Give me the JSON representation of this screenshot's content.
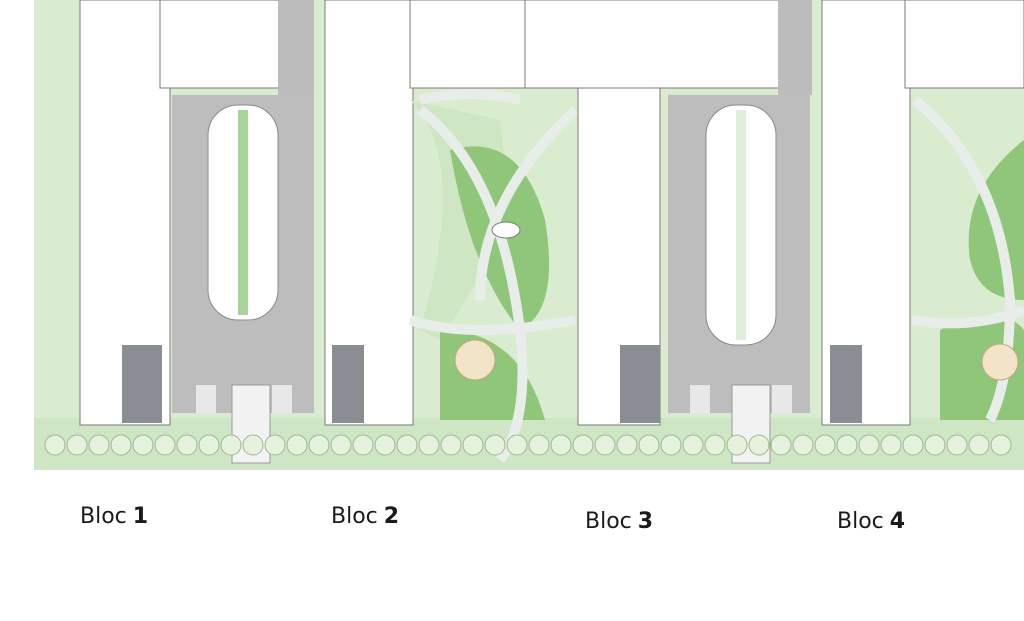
{
  "blocs": [
    {
      "word": "Bloc",
      "number": "1"
    },
    {
      "word": "Bloc",
      "number": "2"
    },
    {
      "word": "Bloc",
      "number": "3"
    },
    {
      "word": "Bloc",
      "number": "4"
    }
  ],
  "colors": {
    "lawn": "#d9ecd0",
    "lawn_dark": "#8fc67a",
    "path": "#e9edea",
    "building_fill": "#ffffff",
    "building_line": "#7a7a7a",
    "core": "#8a8d94",
    "parking": "#bdbdbd",
    "tree_fill": "#e6f2de",
    "tree_line": "#9bb98d"
  }
}
